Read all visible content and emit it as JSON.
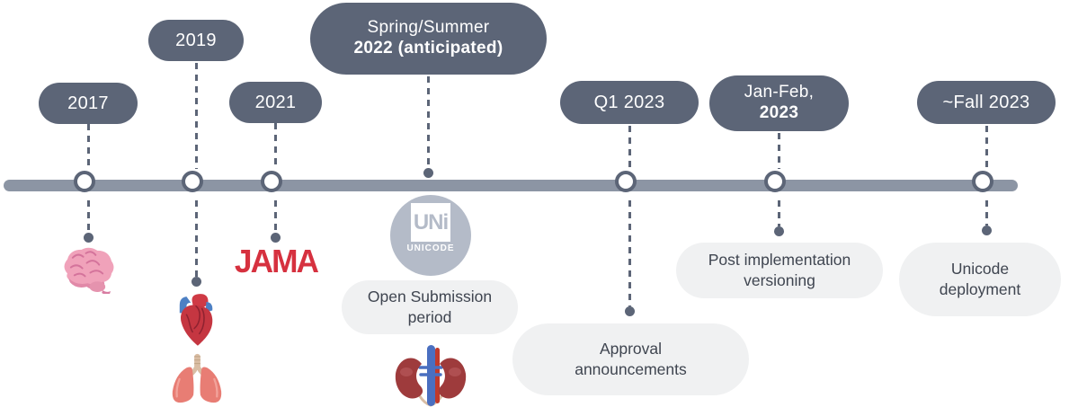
{
  "colors": {
    "pill_bg": "#5c6577",
    "timeline_bar": "#8c95a4",
    "node_stroke": "#5c6577",
    "bubble_bg": "#f0f1f2",
    "bubble_text": "#3f4550",
    "jama_red": "#d6313f",
    "unicode_gray": "#b4bbc8"
  },
  "pills": {
    "y2017": {
      "line1": "2017"
    },
    "y2019": {
      "line1": "2019"
    },
    "y2021": {
      "line1": "2021"
    },
    "y2022": {
      "line1": "Spring/Summer",
      "line2": "2022 (anticipated)"
    },
    "q1_2023": {
      "line1": "Q1 2023"
    },
    "janfeb_2023": {
      "line1": "Jan-Feb,",
      "line2": "2023"
    },
    "fall_2023": {
      "line1": "~Fall 2023"
    }
  },
  "bubbles": {
    "open_submission": {
      "line1": "Open Submission",
      "line2": "period"
    },
    "approval": {
      "line1": "Approval",
      "line2": "announcements"
    },
    "post_implementation": {
      "line1": "Post implementation",
      "line2": "versioning"
    },
    "deployment": {
      "line1": "Unicode",
      "line2": "deployment"
    }
  },
  "logos": {
    "jama": "JAMA",
    "unicode_mark": "UNi",
    "unicode_wordmark": "UNICODE"
  },
  "icons": {
    "brain": "brain-emoji-icon",
    "heart": "anatomical-heart-emoji-icon",
    "lungs": "lungs-emoji-icon",
    "kidneys": "kidneys-emoji-icon"
  }
}
